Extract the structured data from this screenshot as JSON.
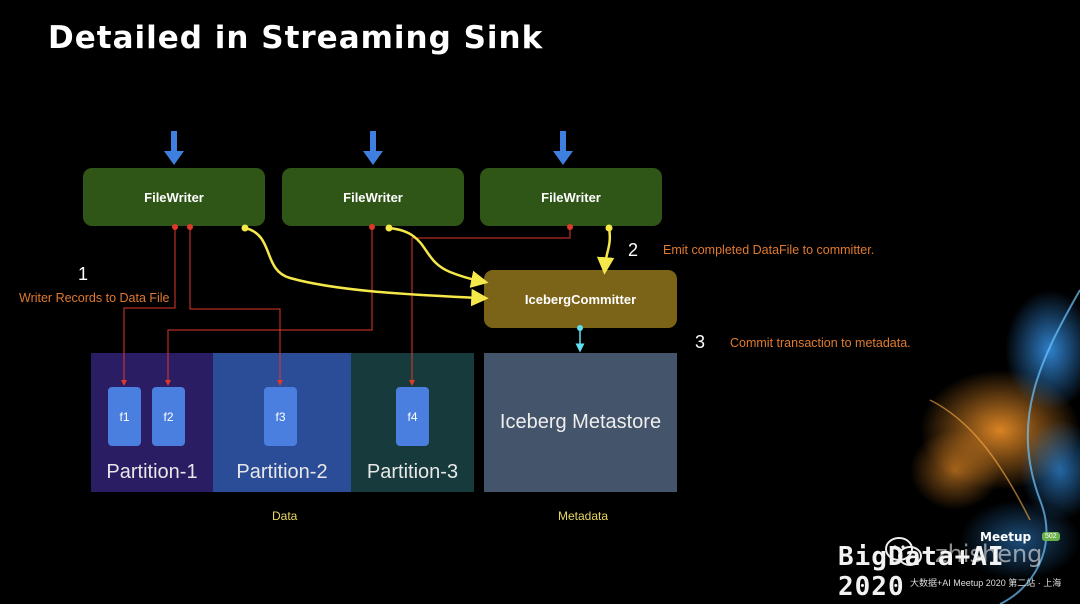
{
  "title": "Detailed in Streaming Sink",
  "writers": [
    "FileWriter",
    "FileWriter",
    "FileWriter"
  ],
  "committer": "IcebergCommitter",
  "partitions": [
    "Partition-1",
    "Partition-2",
    "Partition-3"
  ],
  "files": [
    "f1",
    "f2",
    "f3",
    "f4"
  ],
  "metastore": "Iceberg Metastore",
  "captions": {
    "data": "Data",
    "metadata": "Metadata"
  },
  "steps": [
    {
      "number": "1",
      "text": "Writer Records to Data File"
    },
    {
      "number": "2",
      "text": "Emit completed DataFile to committer."
    },
    {
      "number": "3",
      "text": "Commit transaction to metadata."
    }
  ],
  "branding": {
    "event": "BigData+AI 2020",
    "subtitle": "大数据+AI Meetup 2020 第二站 · 上海",
    "meetup": "Meetup",
    "badge": "502",
    "watermark": "zhisheng"
  },
  "colors": {
    "writer": "#2f5517",
    "committer": "#7b6318",
    "file": "#4a7fe0",
    "red_line": "#e0392b",
    "yellow_line": "#f5e84a",
    "cyan_line": "#5fe0f0",
    "note": "#e07a2e"
  },
  "icons": [
    "down-arrow-icon",
    "wechat-icon"
  ]
}
